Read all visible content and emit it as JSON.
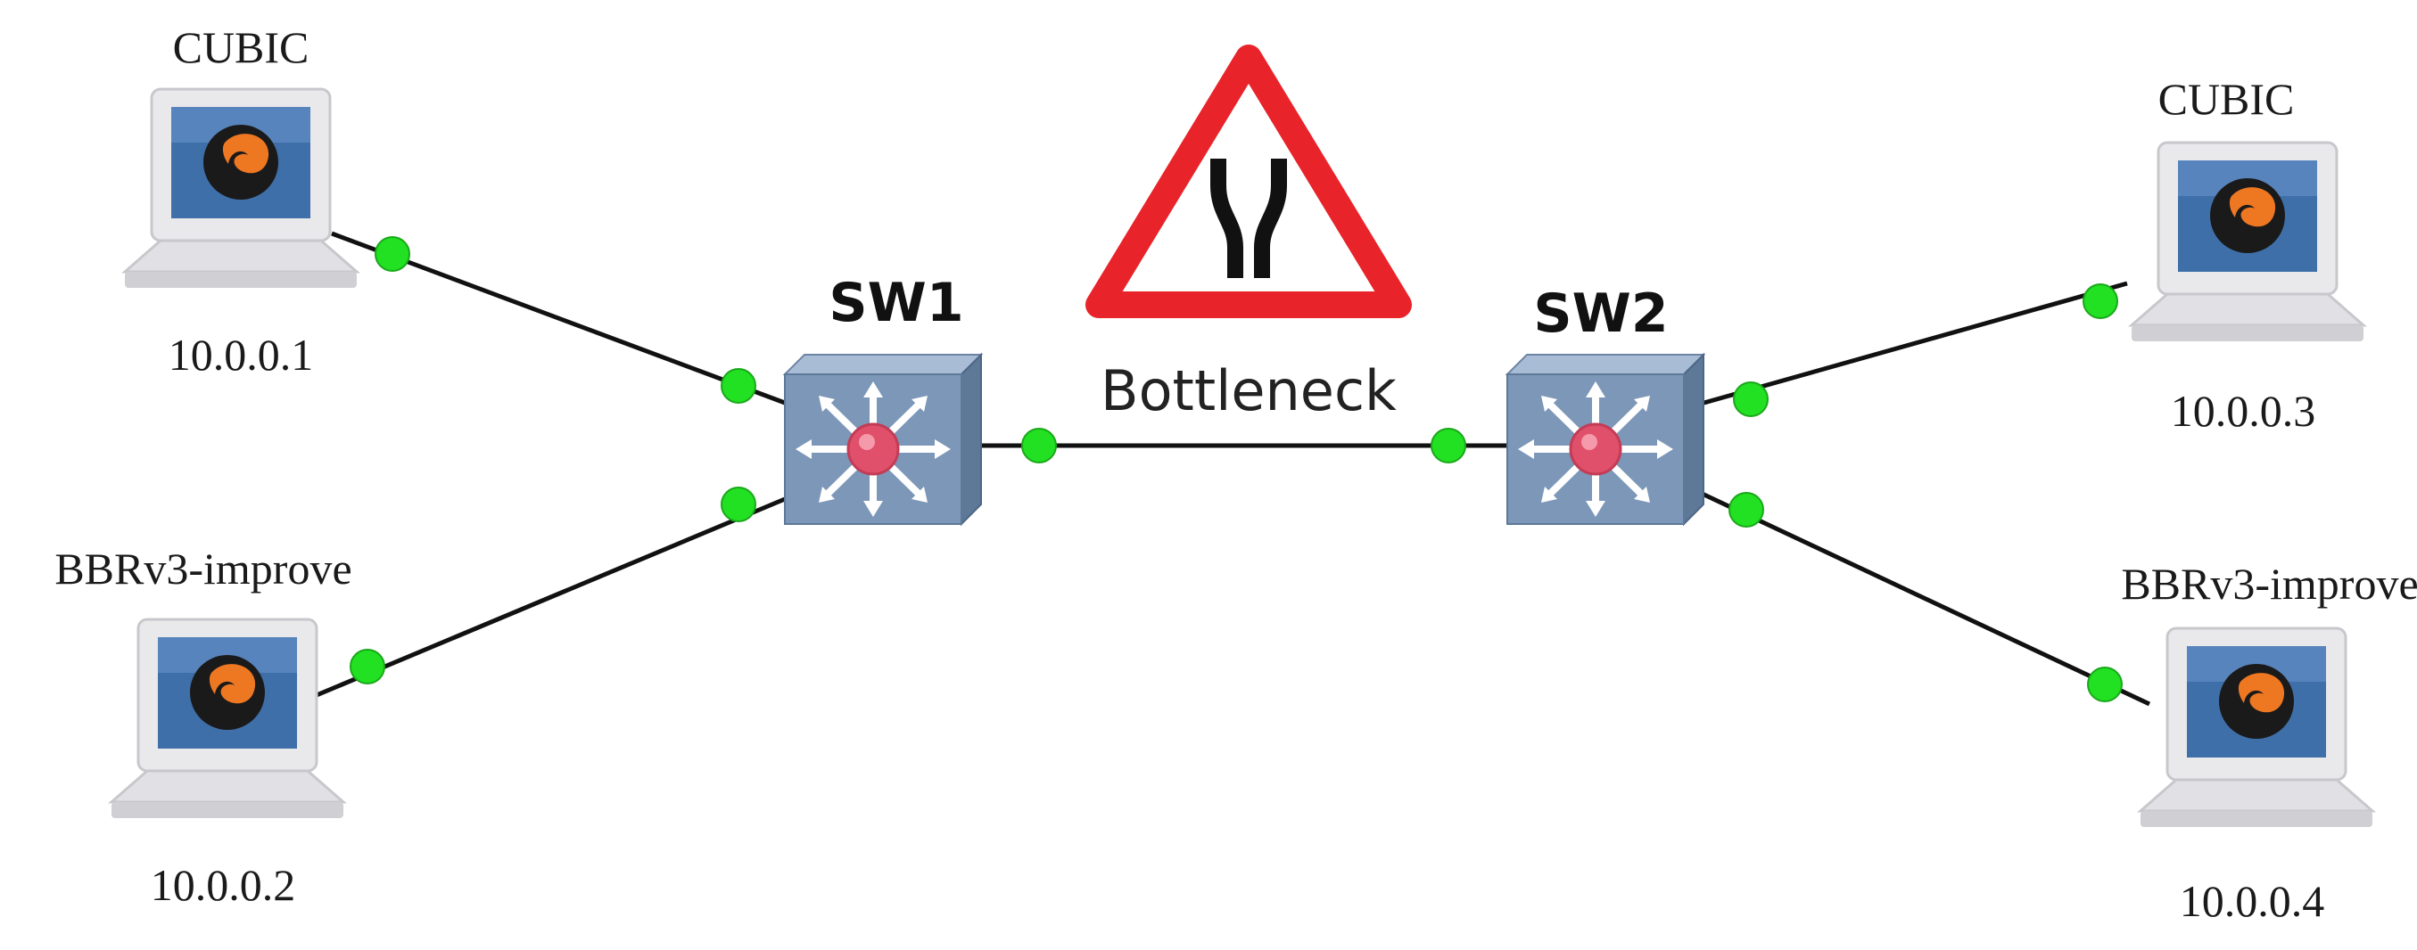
{
  "hosts": [
    {
      "name": "CUBIC",
      "ip": "10.0.0.1"
    },
    {
      "name": "BBRv3-improve",
      "ip": "10.0.0.2"
    },
    {
      "name": "CUBIC",
      "ip": "10.0.0.3"
    },
    {
      "name": "BBRv3-improve",
      "ip": "10.0.0.4"
    }
  ],
  "switches": [
    {
      "name": "SW1"
    },
    {
      "name": "SW2"
    }
  ],
  "bottleneck": {
    "label": "Bottleneck"
  },
  "colors": {
    "port": "#22e022",
    "link": "#111111",
    "switch_body": "#7d97b8",
    "switch_hub": "#e0506a",
    "warning_red": "#e8242a"
  },
  "icons": {
    "host": "computer-terminal-icon",
    "switch": "network-switch-icon",
    "warning": "road-narrows-warning-icon"
  }
}
